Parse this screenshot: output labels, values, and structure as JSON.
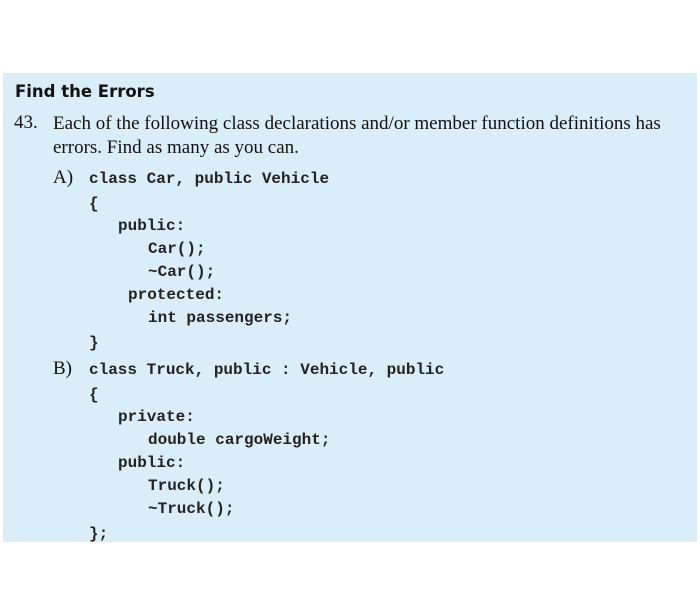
{
  "heading": "Find the Errors",
  "question": {
    "number": "43.",
    "prompt": "Each of the following class declarations and/or member function definitions has errors. Find as many as you can."
  },
  "parts": {
    "a": {
      "label": "A)",
      "lines": [
        "class Car, public Vehicle",
        "{",
        "public:",
        "Car();",
        "~Car();",
        "protected:",
        "int passengers;",
        "}"
      ]
    },
    "b": {
      "label": "B)",
      "lines": [
        "class Truck, public : Vehicle, public",
        "{",
        "private:",
        "double cargoWeight;",
        "public:",
        "Truck();",
        "~Truck();",
        "};"
      ]
    }
  }
}
